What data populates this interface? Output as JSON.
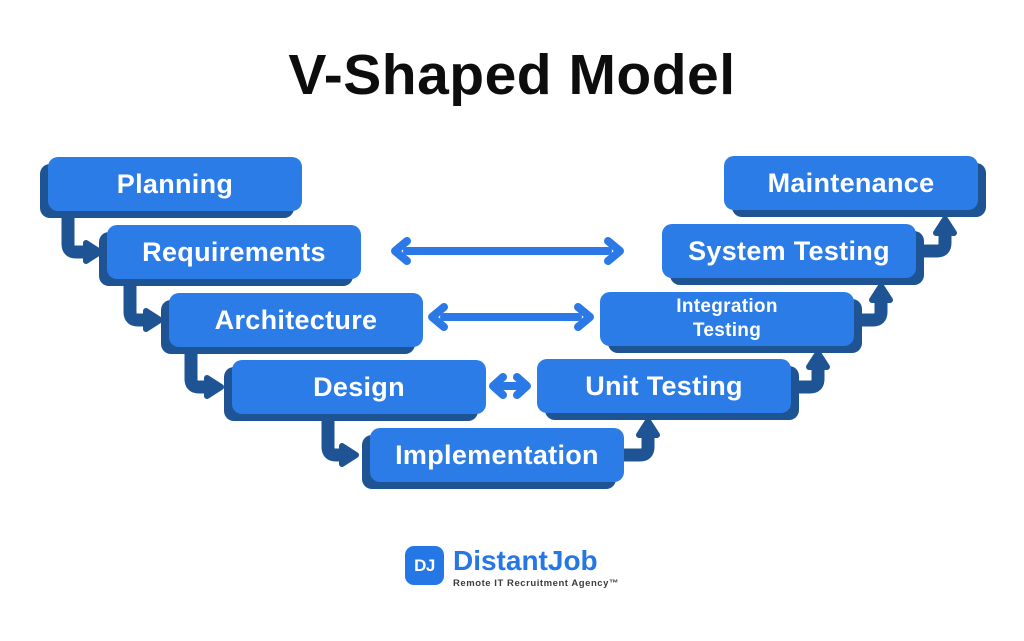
{
  "title": "V-Shaped Model",
  "phases": {
    "left": [
      {
        "label": "Planning"
      },
      {
        "label": "Requirements"
      },
      {
        "label": "Architecture"
      },
      {
        "label": "Design"
      },
      {
        "label": "Implementation"
      }
    ],
    "right": [
      {
        "label": "Maintenance"
      },
      {
        "label": "System Testing"
      },
      {
        "label": "Integration Testing"
      },
      {
        "label": "Unit Testing"
      }
    ]
  },
  "connections": [
    {
      "from": "Requirements",
      "to": "System Testing",
      "type": "double-arrow"
    },
    {
      "from": "Architecture",
      "to": "Integration Testing",
      "type": "double-arrow"
    },
    {
      "from": "Design",
      "to": "Unit Testing",
      "type": "double-arrow"
    }
  ],
  "colors": {
    "box_fill": "#2B7CE7",
    "box_shadow": "#1F5494",
    "connector": "#1F5494",
    "double_arrow": "#2A79E6",
    "title": "#0D0D0D",
    "logo_blue": "#2577E5",
    "tagline": "#3C3C3C"
  },
  "logo": {
    "monogram": "DJ",
    "name": "DistantJob",
    "tagline": "Remote IT Recruitment Agency™"
  }
}
